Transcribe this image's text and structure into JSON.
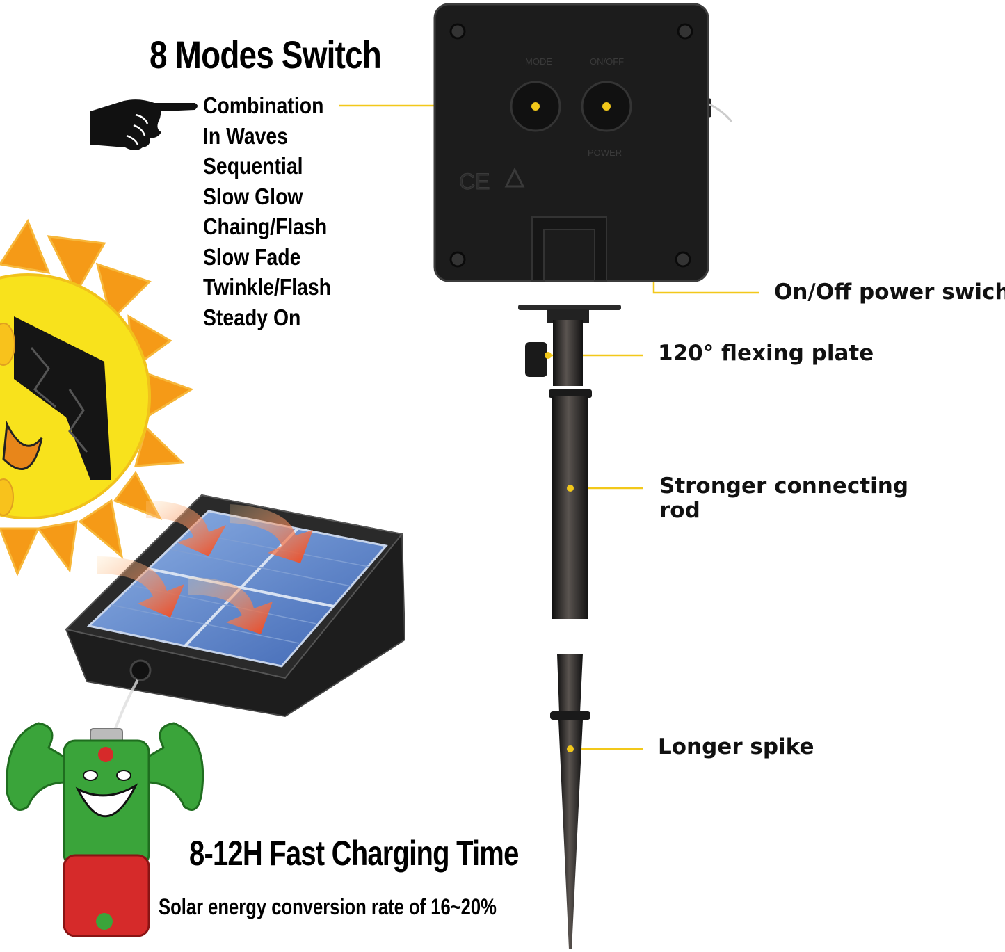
{
  "modes": {
    "title": "8 Modes Switch",
    "items": [
      "Combination",
      "In Waves",
      "Sequential",
      "Slow Glow",
      "Chaing/Flash",
      "Slow Fade",
      "Twinkle/Flash",
      "Steady On"
    ]
  },
  "callouts": {
    "onoff": "On/Off power swich",
    "flex": "120° flexing plate",
    "rod": "Stronger connecting rod",
    "spike": "Longer spike"
  },
  "control_box": {
    "mode_label": "MODE",
    "onoff_label": "ON/OFF",
    "power_label": "POWER",
    "ce_mark": "CE"
  },
  "charging": {
    "title": "8-12H Fast Charging Time",
    "subtitle": "Solar energy conversion rate of 16~20%"
  },
  "colors": {
    "leader_line": "#f2c81a",
    "box_body": "#1c1c1c",
    "sun_yellow": "#f8e21c",
    "sun_orange": "#f59a17",
    "panel_blue": "#5a7fc4",
    "battery_green": "#3aa43a",
    "battery_red": "#d62a2a"
  },
  "icons": [
    "pointing-hand-icon",
    "sun-with-sunglasses-icon",
    "solar-panel-icon",
    "heat-arrow-icon",
    "battery-mascot-icon",
    "screw-icon",
    "recycle-icon"
  ]
}
